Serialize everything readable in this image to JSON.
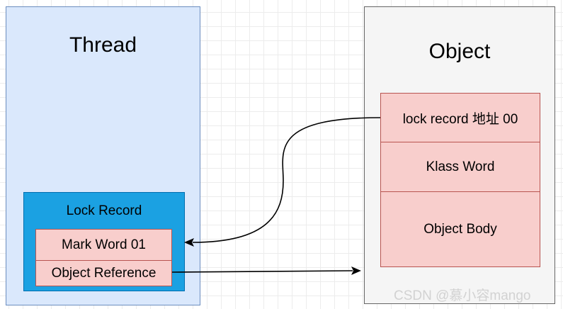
{
  "thread": {
    "title": "Thread"
  },
  "object": {
    "title": "Object"
  },
  "lock_record": {
    "title": "Lock Record",
    "fields": [
      "Mark Word 01",
      "Object Reference"
    ]
  },
  "object_header": {
    "fields": [
      "lock record 地址 00",
      "Klass Word",
      "Object Body"
    ]
  },
  "colors": {
    "thread_fill": "#dae8fc",
    "thread_border": "#6c8ebf",
    "object_fill": "#f5f5f5",
    "object_border": "#666666",
    "lock_record_fill": "#1ba1e2",
    "field_fill": "#f8cecc",
    "field_border": "#b85450"
  },
  "watermark": "CSDN @慕小容mango"
}
